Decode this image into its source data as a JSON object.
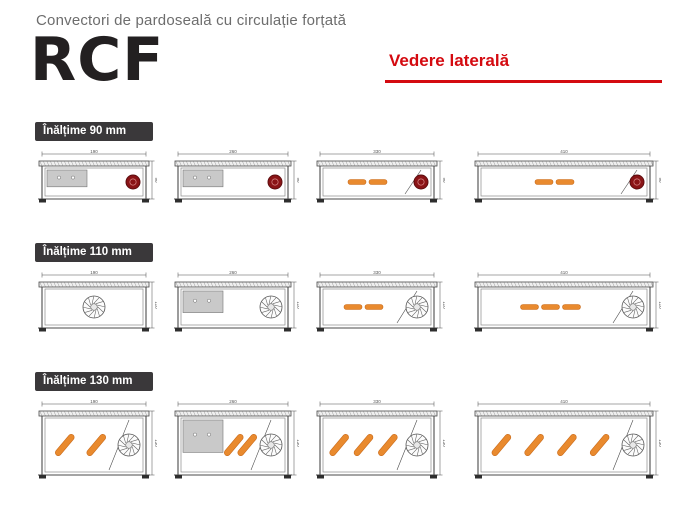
{
  "header": {
    "subtitle": "Convectori de pardoseală cu circulație forțată",
    "product_code": "RCF",
    "view_label": "Vedere laterală"
  },
  "colors": {
    "accent": "#d40a10",
    "badge_bg": "#3a383a",
    "badge_text": "#ffffff",
    "line": "#4a4a4a",
    "lid_fill": "#efefef",
    "panel_fill": "#c9c9c9",
    "heater": "#e98a2e",
    "heater_dark": "#c96a1a",
    "fan_dot": "#8a1416",
    "fan_dot_ring": "#5d0d0f"
  },
  "sections": [
    {
      "label": "Înălțime 90 mm",
      "diagrams": [
        {
          "width_label": "190",
          "height_label": "90",
          "panel": true,
          "coils": 0,
          "coil_style": "h",
          "fan": "dot"
        },
        {
          "width_label": "260",
          "height_label": "90",
          "panel": true,
          "coils": 0,
          "coil_style": "h",
          "fan": "dot"
        },
        {
          "width_label": "330",
          "height_label": "90",
          "panel": false,
          "coils": 2,
          "coil_style": "h",
          "fan": "dot"
        },
        {
          "width_label": "410",
          "height_label": "90",
          "panel": false,
          "coils": 2,
          "coil_style": "h",
          "fan": "dot"
        }
      ]
    },
    {
      "label": "Înălțime 110 mm",
      "diagrams": [
        {
          "width_label": "190",
          "height_label": "110",
          "panel": false,
          "coils": 0,
          "coil_style": "h",
          "fan": "wheel"
        },
        {
          "width_label": "260",
          "height_label": "110",
          "panel": true,
          "coils": 0,
          "coil_style": "h",
          "fan": "wheel"
        },
        {
          "width_label": "330",
          "height_label": "110",
          "panel": false,
          "coils": 2,
          "coil_style": "h",
          "fan": "wheel"
        },
        {
          "width_label": "410",
          "height_label": "110",
          "panel": false,
          "coils": 3,
          "coil_style": "h",
          "fan": "wheel"
        }
      ]
    },
    {
      "label": "Înălțime 130 mm",
      "diagrams": [
        {
          "width_label": "190",
          "height_label": "130",
          "panel": false,
          "coils": 2,
          "coil_style": "d",
          "fan": "wheel"
        },
        {
          "width_label": "260",
          "height_label": "130",
          "panel": true,
          "coils": 2,
          "coil_style": "d",
          "fan": "wheel"
        },
        {
          "width_label": "330",
          "height_label": "130",
          "panel": false,
          "coils": 3,
          "coil_style": "d",
          "fan": "wheel"
        },
        {
          "width_label": "410",
          "height_label": "130",
          "panel": false,
          "coils": 4,
          "coil_style": "d",
          "fan": "wheel"
        }
      ]
    }
  ]
}
